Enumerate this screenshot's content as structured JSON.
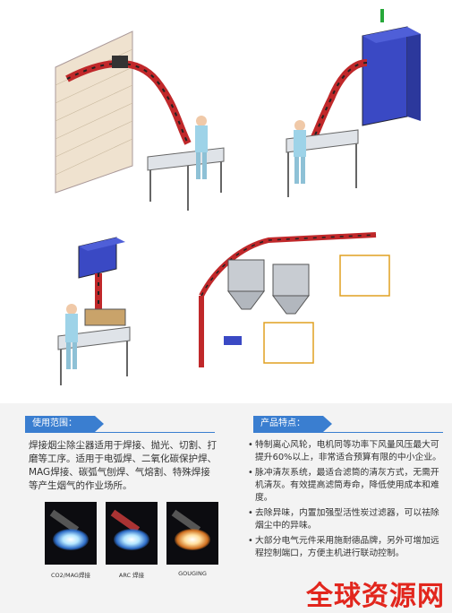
{
  "usage": {
    "heading": "使用范围：",
    "text": "焊接烟尘除尘器适用于焊接、抛光、切割、打磨等工序。适用于电弧焊、二氧化碳保护焊、MAG焊接、碳弧气刨焊、气熔割、特殊焊接等产生烟气的作业场所。",
    "captions": [
      "CO2/MAG焊接",
      "ARC 焊接",
      "GOUGING"
    ]
  },
  "features": {
    "heading": "产品特点：",
    "items": [
      "特制离心风轮，电机同等功率下风量风压最大可提升60%以上，非常适合预算有限的中小企业。",
      "脉冲清灰系统，最适合滤筒的清灰方式，无需开机清灰。有效提高滤筒寿命，降低使用成本和难度。",
      "去除异味，内置加强型活性炭过滤器，可以祛除烟尘中的异味。",
      "大部分电气元件采用施耐德品牌，另外可增加远程控制端口，方便主机进行联动控制。"
    ]
  },
  "watermark": "全球资源网",
  "colors": {
    "accent": "#3a7ed0",
    "duct": "#c0282a",
    "watermark": "#e2261d",
    "machine": "#3a49c4"
  }
}
